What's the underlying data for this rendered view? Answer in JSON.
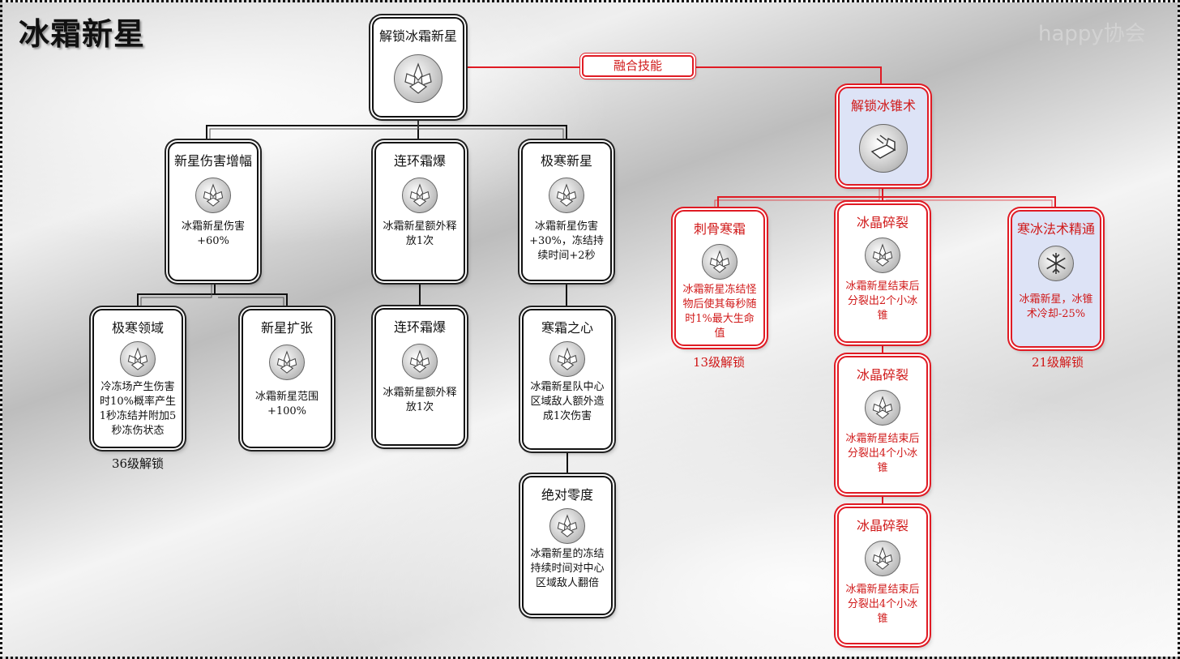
{
  "title": "冰霜新星",
  "watermark": "happy协会",
  "fuse_label": "融合技能",
  "nodes": {
    "root": {
      "title": "解锁冰霜新星",
      "icon": "frost-nova-icon"
    },
    "dmg_boost": {
      "title": "新星伤害增幅",
      "desc": "冰霜新星伤害+60%",
      "icon": "frost-nova-icon"
    },
    "chain1": {
      "title": "连环霜爆",
      "desc": "冰霜新星额外释放1次",
      "icon": "frost-nova-icon"
    },
    "extreme_nova": {
      "title": "极寒新星",
      "desc": "冰霜新星伤害+30%，冻结持续时间+2秒",
      "icon": "frost-nova-icon"
    },
    "extreme_domain": {
      "title": "极寒领域",
      "desc": "冷冻场产生伤害时10%概率产生1秒冻结并附加5秒冻伤状态",
      "icon": "frost-nova-icon",
      "unlock": "36级解锁"
    },
    "expand": {
      "title": "新星扩张",
      "desc": "冰霜新星范围+100%",
      "icon": "frost-nova-icon"
    },
    "chain2": {
      "title": "连环霜爆",
      "desc": "冰霜新星额外释放1次",
      "icon": "frost-nova-icon"
    },
    "frost_heart": {
      "title": "寒霜之心",
      "desc": "冰霜新星队中心区域敌人额外造成1次伤害",
      "icon": "frost-nova-icon"
    },
    "absolute_zero": {
      "title": "绝对零度",
      "desc": "冰霜新星的冻结持续时间对中心区域敌人翻倍",
      "icon": "frost-nova-icon"
    },
    "ice_cone": {
      "title": "解锁冰锥术",
      "icon": "ice-cone-icon"
    },
    "bone_frost": {
      "title": "刺骨寒霜",
      "desc": "冰霜新星冻结怪物后使其每秒随时1%最大生命值",
      "icon": "frost-nova-icon",
      "unlock": "13级解锁"
    },
    "shatter1": {
      "title": "冰晶碎裂",
      "desc": "冰霜新星结束后分裂出2个小冰锥",
      "icon": "frost-nova-icon"
    },
    "shatter2": {
      "title": "冰晶碎裂",
      "desc": "冰霜新星结束后分裂出4个小冰锥",
      "icon": "frost-nova-icon"
    },
    "shatter3": {
      "title": "冰晶碎裂",
      "desc": "冰霜新星结束后分裂出4个小冰锥",
      "icon": "frost-nova-icon"
    },
    "mastery": {
      "title": "寒冰法术精通",
      "desc": "冰霜新星，冰锥术冷却-25%",
      "icon": "snowflake-icon",
      "unlock": "21级解锁"
    }
  },
  "colors": {
    "black_line": "#111111",
    "red_line": "#e01b24",
    "blue_fill": "#dde3f6"
  }
}
